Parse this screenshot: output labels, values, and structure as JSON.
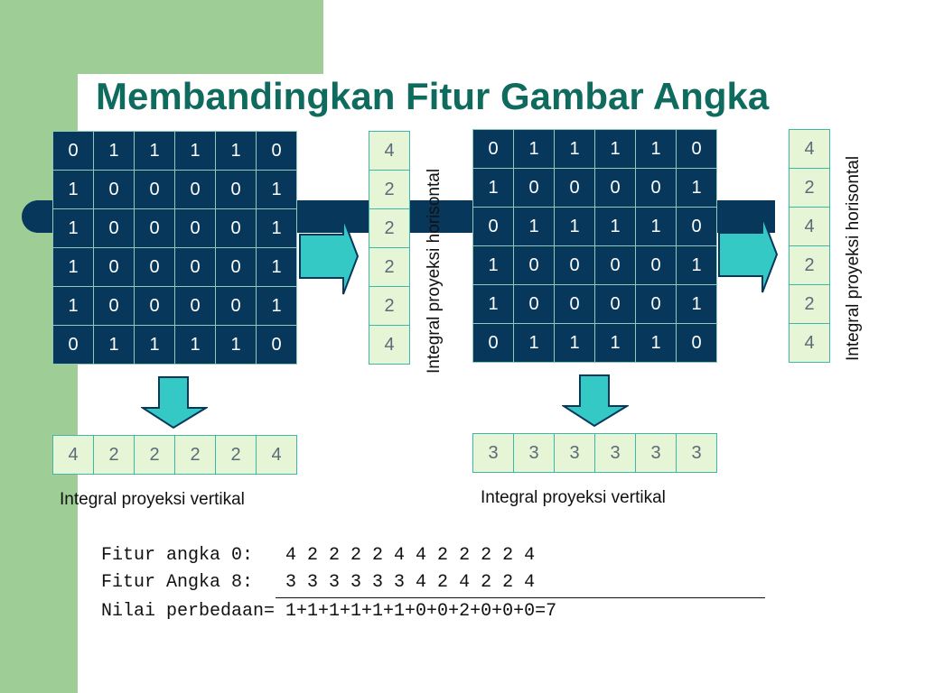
{
  "title": "Membandingkan Fitur Gambar Angka",
  "colors": {
    "background_green": "#9fcd96",
    "band_navy": "#08375c",
    "title_teal": "#0e6b5e",
    "arrow_cyan": "#35c9c6",
    "vector_fill": "#e6f5d6"
  },
  "digit0": {
    "matrix": [
      [
        "0",
        "1",
        "1",
        "1",
        "1",
        "0"
      ],
      [
        "1",
        "0",
        "0",
        "0",
        "0",
        "1"
      ],
      [
        "1",
        "0",
        "0",
        "0",
        "0",
        "1"
      ],
      [
        "1",
        "0",
        "0",
        "0",
        "0",
        "1"
      ],
      [
        "1",
        "0",
        "0",
        "0",
        "0",
        "1"
      ],
      [
        "0",
        "1",
        "1",
        "1",
        "1",
        "0"
      ]
    ],
    "horizontal_projection": [
      "4",
      "2",
      "2",
      "2",
      "2",
      "4"
    ],
    "vertical_projection": [
      "4",
      "2",
      "2",
      "2",
      "2",
      "4"
    ],
    "horizontal_label": "Integral proyeksi horisontal",
    "vertical_label": "Integral proyeksi vertikal"
  },
  "digit8": {
    "matrix": [
      [
        "0",
        "1",
        "1",
        "1",
        "1",
        "0"
      ],
      [
        "1",
        "0",
        "0",
        "0",
        "0",
        "1"
      ],
      [
        "0",
        "1",
        "1",
        "1",
        "1",
        "0"
      ],
      [
        "1",
        "0",
        "0",
        "0",
        "0",
        "1"
      ],
      [
        "1",
        "0",
        "0",
        "0",
        "0",
        "1"
      ],
      [
        "0",
        "1",
        "1",
        "1",
        "1",
        "0"
      ]
    ],
    "horizontal_projection": [
      "4",
      "2",
      "4",
      "2",
      "2",
      "4"
    ],
    "vertical_projection": [
      "3",
      "3",
      "3",
      "3",
      "3",
      "3"
    ],
    "horizontal_label": "Integral proyeksi horisontal",
    "vertical_label": "Integral proyeksi vertikal"
  },
  "features": {
    "line1": "Fitur angka 0:   4 2 2 2 2 4 4 2 2 2 2 4",
    "line2": "Fitur Angka 8:   3 3 3 3 3 3 4 2 4 2 2 4",
    "line3": "Nilai perbedaan= 1+1+1+1+1+1+0+0+2+0+0+0=7"
  }
}
